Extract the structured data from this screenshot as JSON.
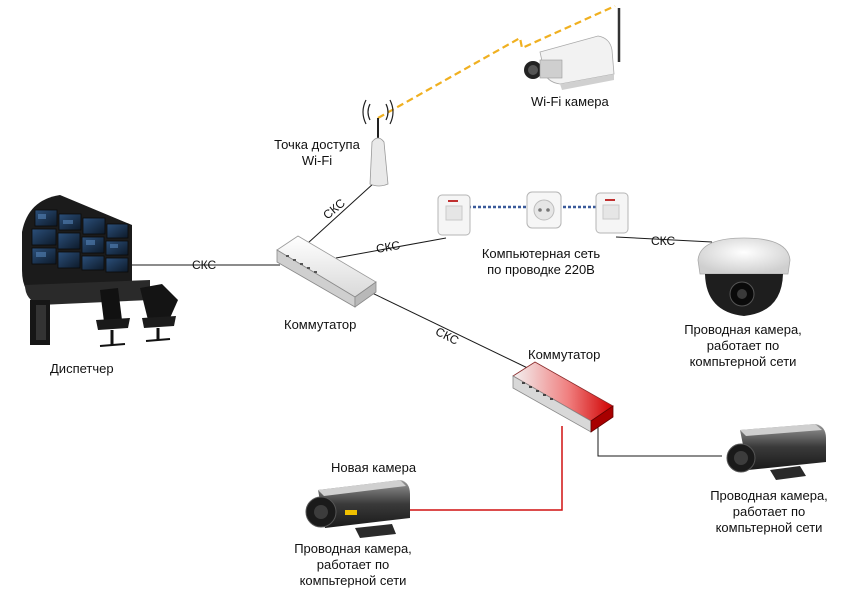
{
  "colors": {
    "line": "#1a1a1a",
    "red_link": "#d01010",
    "wifi": "#f0b020",
    "powerline": "#3a5a9a",
    "switch_gray": "#e8e8e8",
    "switch_red": "#e02020"
  },
  "nodes": {
    "dispatcher": {
      "label": "Диспетчер",
      "icon": "control-room-icon"
    },
    "switch_main": {
      "label": "Коммутатор",
      "icon": "network-switch-icon"
    },
    "switch_second": {
      "label": "Коммутатор",
      "icon": "network-switch-icon"
    },
    "access_point": {
      "label_line1": "Точка доступа",
      "label_line2": "Wi-Fi",
      "icon": "wifi-access-point-icon"
    },
    "wifi_camera": {
      "label": "Wi-Fi камера",
      "icon": "wifi-camera-icon"
    },
    "powerline": {
      "label_line1": "Компьютерная сеть",
      "label_line2": "по проводке 220В",
      "icon": "powerline-adapter-icon"
    },
    "dome_camera": {
      "label_line1": "Проводная камера,",
      "label_line2": "работает по",
      "label_line3": "компьтерной сети",
      "icon": "dome-camera-icon"
    },
    "new_camera": {
      "title": "Новая камера",
      "label_line1": "Проводная камера,",
      "label_line2": "работает по",
      "label_line3": "компьтерной сети",
      "icon": "box-camera-icon"
    },
    "box_camera_right": {
      "label_line1": "Проводная камера,",
      "label_line2": "работает по",
      "label_line3": "компьтерной сети",
      "icon": "box-camera-icon"
    }
  },
  "links": {
    "dispatcher_switch": "СКС",
    "switch_ap": "СКС",
    "switch_powerline": "СКС",
    "powerline_dome": "СКС",
    "switch_switch": "СКС"
  }
}
